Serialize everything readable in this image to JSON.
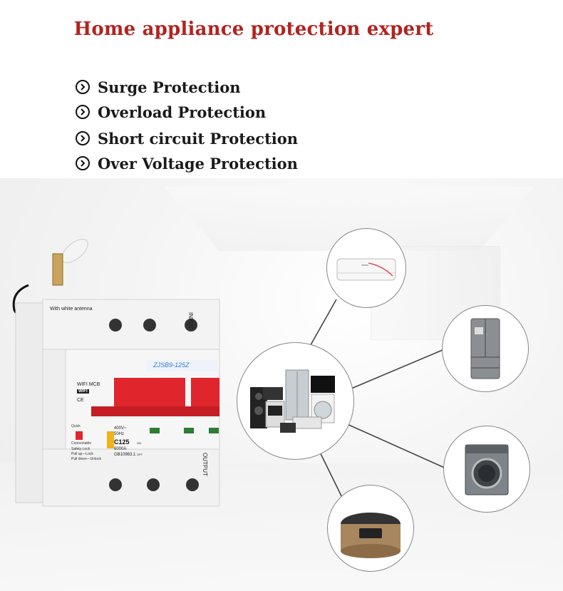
{
  "title": "Home appliance protection expert",
  "features": [
    "Surge Protection",
    "Overload Protection",
    "Short circuit Protection",
    "Over Voltage Protection"
  ],
  "breaker": {
    "antenna_label": "With white antenna",
    "model": "ZJSB9-125Z",
    "input_label": "INPUT",
    "output_label": "OUTPUT",
    "brand_label": "WIFI MCB",
    "wifi_badge": "WIFI",
    "ce_mark": "CE",
    "quick_label": "Quick",
    "connectable_label": "Connectable",
    "safety_lock": "Safety Lock",
    "pull_up_lock": "Pull up—Lock",
    "pull_down_unlock": "Pull down—Unlock",
    "voltage": "400V~",
    "frequency": "50Hz",
    "rating": "C125",
    "breaking_capacity": "6000A",
    "standard": "GB10963.1",
    "on_label": "ON",
    "off_label": "OFF"
  },
  "colors": {
    "title": "#b3231f",
    "handle": "#e0262c",
    "model_text": "#3a7bd5"
  }
}
